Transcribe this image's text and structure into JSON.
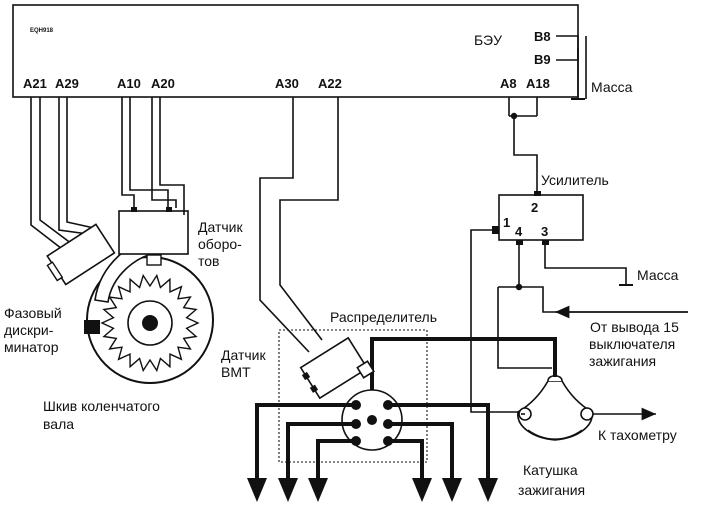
{
  "ecu": {
    "title": "БЭУ",
    "code": "EQH918",
    "pins_top": [
      "A21",
      "A29",
      "A10",
      "A20",
      "A30",
      "A22",
      "A8",
      "A18"
    ],
    "pins_right": [
      "B8",
      "B9"
    ]
  },
  "labels": {
    "massa_top": "Масса",
    "amplifier": "Усилитель",
    "amp_pin1": "1",
    "amp_pin2": "2",
    "amp_pin3": "3",
    "amp_pin4": "4",
    "massa_amp": "Масса",
    "ign_switch": [
      "От вывода 15",
      "выключателя",
      "зажигания"
    ],
    "tachometer": "К тахометру",
    "coil": [
      "Катушка",
      "зажигания"
    ],
    "distributor": "Распределитель",
    "tdc_sensor": [
      "Датчик",
      "ВМТ"
    ],
    "rpm_sensor": [
      "Датчик",
      "оборо-",
      "тов"
    ],
    "phase": [
      "Фазовый",
      "дискри-",
      "минатор"
    ],
    "pulley": [
      "Шкив коленчатого",
      "вала"
    ]
  }
}
